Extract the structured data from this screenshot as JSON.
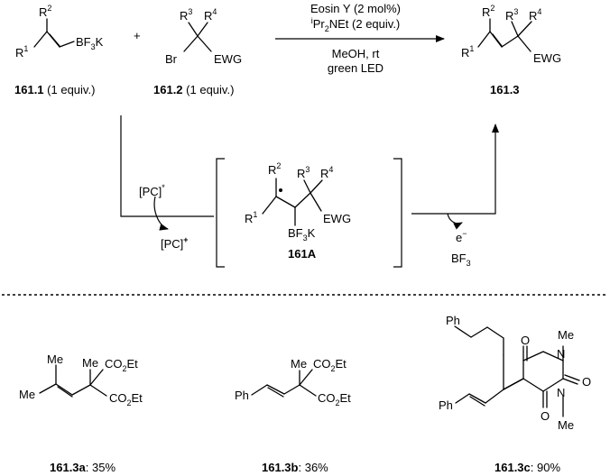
{
  "reaction": {
    "conditions": {
      "line1": "Eosin Y (2 mol%)",
      "line2_prefix": "i",
      "line2_main": "Pr",
      "line2_sub": "2",
      "line2_rest": "NEt (2 equiv.)",
      "line3": "MeOH, rt",
      "line4": "green LED"
    },
    "plus": "+",
    "reagent1": {
      "id": "161.1",
      "equiv": "(1 equiv.)",
      "r1": "R",
      "r1_sup": "1",
      "r2": "R",
      "r2_sup": "2",
      "bf3k": "BF",
      "bf3k_sub": "3",
      "bf3k_end": "K"
    },
    "reagent2": {
      "id": "161.2",
      "equiv": "(1 equiv.)",
      "r3": "R",
      "r3_sup": "3",
      "r4": "R",
      "r4_sup": "4",
      "br": "Br",
      "ewg": "EWG"
    },
    "product": {
      "id": "161.3",
      "r1": "R",
      "r1_sup": "1",
      "r2": "R",
      "r2_sup": "2",
      "r3": "R",
      "r3_sup": "3",
      "r4": "R",
      "r4_sup": "4",
      "ewg": "EWG"
    }
  },
  "mechanism": {
    "pc_excited": "[PC]",
    "pc_excited_sup": "*",
    "pc_oxidized": "[PC]",
    "pc_oxidized_sup": "+",
    "intermediate": {
      "id": "161A",
      "r1": "R",
      "r1_sup": "1",
      "r2": "R",
      "r2_sup": "2",
      "r3": "R",
      "r3_sup": "3",
      "r4": "R",
      "r4_sup": "4",
      "ewg": "EWG",
      "bf3k": "BF",
      "bf3k_sub": "3",
      "bf3k_end": "K"
    },
    "electron": "e",
    "electron_sup": "−",
    "bf3": "BF",
    "bf3_sub": "3"
  },
  "examples": [
    {
      "id": "161.3a",
      "yield": ": 35%",
      "me1": "Me",
      "me2": "Me",
      "me3": "Me",
      "co2et_a": "CO",
      "co2et_a_sub": "2",
      "co2et_a_end": "Et",
      "co2et_b": "CO",
      "co2et_b_sub": "2",
      "co2et_b_end": "Et"
    },
    {
      "id": "161.3b",
      "yield": ": 36%",
      "ph": "Ph",
      "me": "Me",
      "co2et_a": "CO",
      "co2et_a_sub": "2",
      "co2et_a_end": "Et",
      "co2et_b": "CO",
      "co2et_b_sub": "2",
      "co2et_b_end": "Et"
    },
    {
      "id": "161.3c",
      "yield": ": 90%",
      "ph_top": "Ph",
      "ph_left": "Ph",
      "n_top": "N",
      "n_bottom": "N",
      "me_top": "Me",
      "me_bottom": "Me",
      "o1": "O",
      "o2": "O",
      "o3": "O"
    }
  ]
}
